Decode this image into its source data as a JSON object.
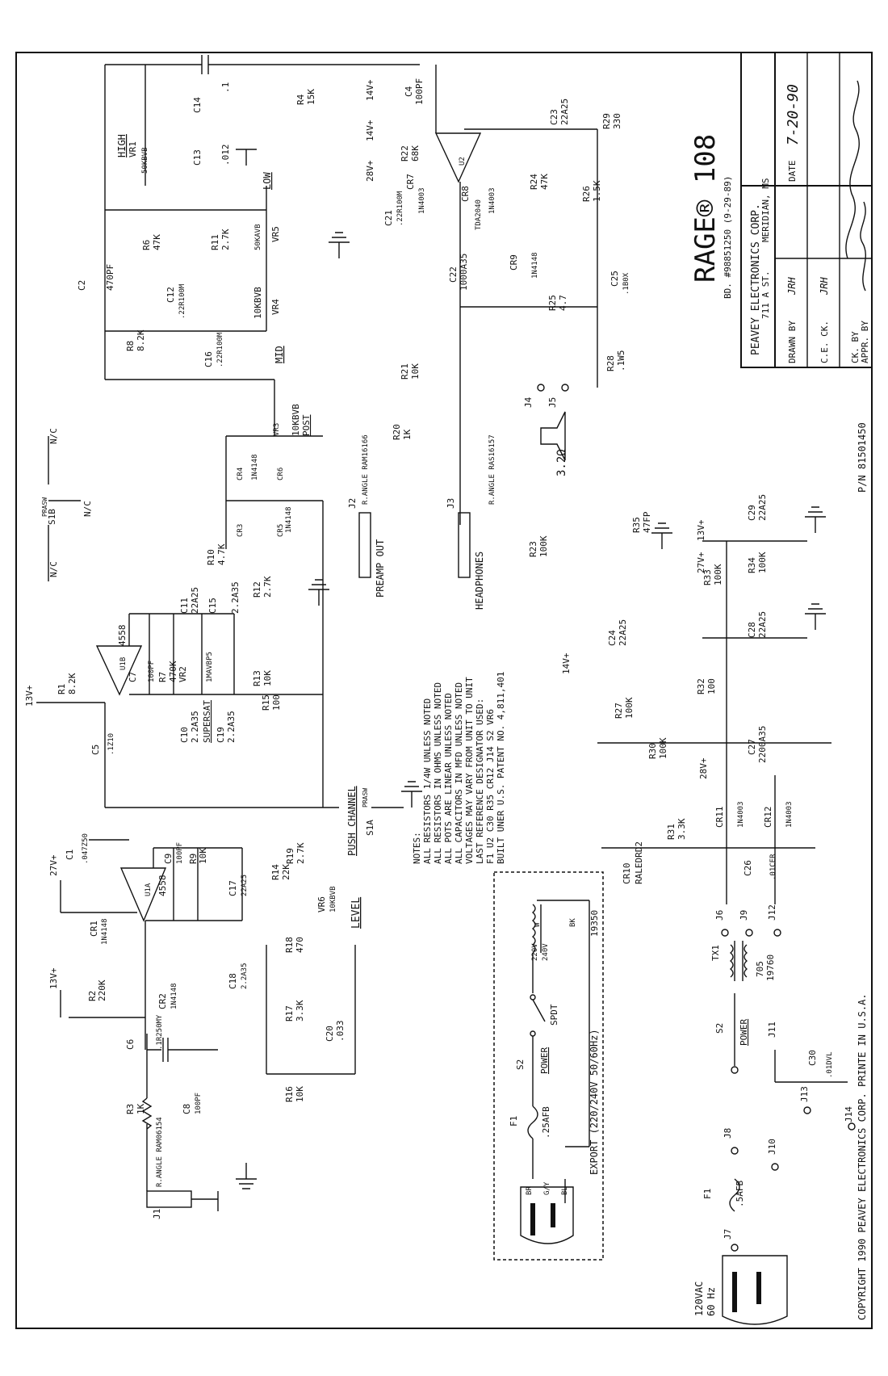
{
  "title_block": {
    "company": "PEAVEY ELECTRONICS CORP.",
    "address": "711 A ST.",
    "city": "MERIDIAN, MS",
    "drawn_by_label": "DRAWN BY",
    "drawn_by_value": "JRH",
    "date_label": "DATE",
    "date_value": "7-20-90",
    "ce_ck_label": "C.E. CK.",
    "ce_ck_value": "JRH",
    "ck_by_label": "CK. BY",
    "appr_by_label": "APPR. BY",
    "model": "RAGE® 108",
    "board_number": "BD. #98851250  (9-29-89)"
  },
  "part_number": "P/N 81501450",
  "copyright": "COPYRIGHT 1990 PEAVEY ELECTRONICS CORP. PRINTE IN U.S.A.",
  "notes": [
    "NOTES:",
    "ALL RESISTORS 1/4W UNLESS NOTED",
    "ALL RESISTORS IN OHMS UNLESS NOTED",
    "ALL POTS ARE LINEAR UNLESS NOTED",
    "ALL CAPACITORS IN MFD UNLESS NOTED",
    "VOLTAGES MAY VARY FROM UNIT TO UNIT",
    "LAST REFERENCE DESIGNATOR USED:",
    "F1 U2 C30 R35 CR12 J14 S2 VR6",
    "BUILT UNER U.S. PATENT NO. 4,811,401"
  ],
  "export_box": {
    "title": "EXPORT (220/240V 50/60Hz)",
    "spdt": "SPDT",
    "v220": "220V",
    "v240": "240V",
    "transformer_part": "19350",
    "fuse": "F1",
    "fuse_value": ".25AFB",
    "switch": "S2",
    "switch_label": "POWER",
    "wire_br": "BR",
    "wire_gy": "G/Y",
    "wire_bl": "BL",
    "wire_w": "W",
    "wire_bk": "BK"
  },
  "connectors": {
    "j1": "J1",
    "j1_type": "R.ANGLE RAM06154",
    "j2": "J2",
    "j2_type": "R.ANGLE RAM16166",
    "j2_label": "PREAMP OUT",
    "j3": "J3",
    "j3_type": "R.ANGLE RAS16157",
    "j3_label": "HEADPHONES",
    "j4": "J4",
    "j5": "J5",
    "speaker": "3.2Ω",
    "j6": "J6",
    "j7": "J7",
    "j8": "J8",
    "j9": "J9",
    "j10": "J10",
    "j11": "J11",
    "j12": "J12",
    "j13": "J13",
    "j14": "J14",
    "mains": "120VAC",
    "mains_freq": "60 Hz"
  },
  "switch_s1": {
    "s1a": "S1A",
    "s1b": "S1B",
    "part": "PRASW",
    "label": "PUSH CHANNEL",
    "nc": "N/C"
  },
  "controls": {
    "high": "HIGH",
    "low": "LOW",
    "mid": "MID",
    "post": "POST",
    "supersat": "SUPERSAT",
    "level": "LEVEL",
    "power": "POWER"
  },
  "opamps": {
    "u1a": "U1A",
    "u1b": "U1B",
    "u1_part": "4558",
    "u2": "U2",
    "u2_part": "TDA2040"
  },
  "rails": {
    "v13": "13V+",
    "v14": "14V+",
    "v27": "27V+",
    "v28": "28V+"
  },
  "components": [
    {
      "ref": "R1",
      "val": "8.2K"
    },
    {
      "ref": "R2",
      "val": "220K"
    },
    {
      "ref": "R3",
      "val": "1K"
    },
    {
      "ref": "R4",
      "val": "15K"
    },
    {
      "ref": "R6",
      "val": "47K"
    },
    {
      "ref": "R7",
      "val": "470K"
    },
    {
      "ref": "R8",
      "val": "8.2K"
    },
    {
      "ref": "R9",
      "val": "10K"
    },
    {
      "ref": "R10",
      "val": "4.7K"
    },
    {
      "ref": "R11",
      "val": "2.7K"
    },
    {
      "ref": "R12",
      "val": "2.7K"
    },
    {
      "ref": "R13",
      "val": "10K"
    },
    {
      "ref": "R14",
      "val": "22K"
    },
    {
      "ref": "R15",
      "val": "100"
    },
    {
      "ref": "R16",
      "val": "10K"
    },
    {
      "ref": "R17",
      "val": "3.3K"
    },
    {
      "ref": "R18",
      "val": "470"
    },
    {
      "ref": "R19",
      "val": "2.7K"
    },
    {
      "ref": "R20",
      "val": "1K"
    },
    {
      "ref": "R21",
      "val": "10K"
    },
    {
      "ref": "R22",
      "val": "68K"
    },
    {
      "ref": "R23",
      "val": "100K"
    },
    {
      "ref": "R24",
      "val": "47K"
    },
    {
      "ref": "R25",
      "val": "4.7"
    },
    {
      "ref": "R26",
      "val": "1.5K"
    },
    {
      "ref": "R27",
      "val": "100K"
    },
    {
      "ref": "R28",
      "val": ".1W5"
    },
    {
      "ref": "R29",
      "val": "330"
    },
    {
      "ref": "R30",
      "val": "100K"
    },
    {
      "ref": "R31",
      "val": "3.3K"
    },
    {
      "ref": "R32",
      "val": "100"
    },
    {
      "ref": "R33",
      "val": "100K"
    },
    {
      "ref": "R34",
      "val": "100K"
    },
    {
      "ref": "R35",
      "val": "47FP"
    },
    {
      "ref": "C1",
      "val": ".047Z50"
    },
    {
      "ref": "C2",
      "val": "470PF"
    },
    {
      "ref": "C4",
      "val": "100PF"
    },
    {
      "ref": "C5",
      "val": ".1Z10"
    },
    {
      "ref": "C6",
      "val": ".1R250MY"
    },
    {
      "ref": "C7",
      "val": "100PF"
    },
    {
      "ref": "C8",
      "val": "100PF"
    },
    {
      "ref": "C9",
      "val": "100PF"
    },
    {
      "ref": "C10",
      "val": "2.2A35"
    },
    {
      "ref": "C11",
      "val": "22A25"
    },
    {
      "ref": "C12",
      "val": ".22R100M"
    },
    {
      "ref": "C13",
      "val": ".012"
    },
    {
      "ref": "C14",
      "val": ".1"
    },
    {
      "ref": "C15",
      "val": "2.2A35"
    },
    {
      "ref": "C16",
      "val": ".22R100M"
    },
    {
      "ref": "C17",
      "val": "22A25"
    },
    {
      "ref": "C18",
      "val": "2.2A35"
    },
    {
      "ref": "C19",
      "val": "2.2A35"
    },
    {
      "ref": "C20",
      "val": ".033"
    },
    {
      "ref": "C21",
      "val": ".22R100M"
    },
    {
      "ref": "C22",
      "val": "1000A35"
    },
    {
      "ref": "C23",
      "val": "22A25"
    },
    {
      "ref": "C24",
      "val": "22A25"
    },
    {
      "ref": "C25",
      "val": ".1B0X"
    },
    {
      "ref": "C26",
      "val": ".01CER"
    },
    {
      "ref": "C27",
      "val": "2200A35"
    },
    {
      "ref": "C28",
      "val": "22A25"
    },
    {
      "ref": "C29",
      "val": "22A25"
    },
    {
      "ref": "C30",
      "val": ".01DVL"
    },
    {
      "ref": "CR1",
      "val": "1N4148"
    },
    {
      "ref": "CR2",
      "val": "1N4148"
    },
    {
      "ref": "CR3",
      "val": "1N4148"
    },
    {
      "ref": "CR4",
      "val": "1N4148"
    },
    {
      "ref": "CR5",
      "val": "1N4148"
    },
    {
      "ref": "CR6",
      "val": "1N4148"
    },
    {
      "ref": "CR7",
      "val": "1N4003"
    },
    {
      "ref": "CR8",
      "val": "1N4003"
    },
    {
      "ref": "CR9",
      "val": "1N4148"
    },
    {
      "ref": "CR10",
      "val": "RALEDRD2"
    },
    {
      "ref": "CR11",
      "val": "1N4003"
    },
    {
      "ref": "CR12",
      "val": "1N4003"
    },
    {
      "ref": "VR1",
      "val": "50KBVB"
    },
    {
      "ref": "VR2",
      "val": "1MAVBP5"
    },
    {
      "ref": "VR3",
      "val": "10KBVB"
    },
    {
      "ref": "VR4",
      "val": "10KBVB"
    },
    {
      "ref": "VR5",
      "val": "50KAVB"
    },
    {
      "ref": "VR6",
      "val": "10KBVB"
    },
    {
      "ref": "TX1",
      "val": "705 19760"
    }
  ]
}
